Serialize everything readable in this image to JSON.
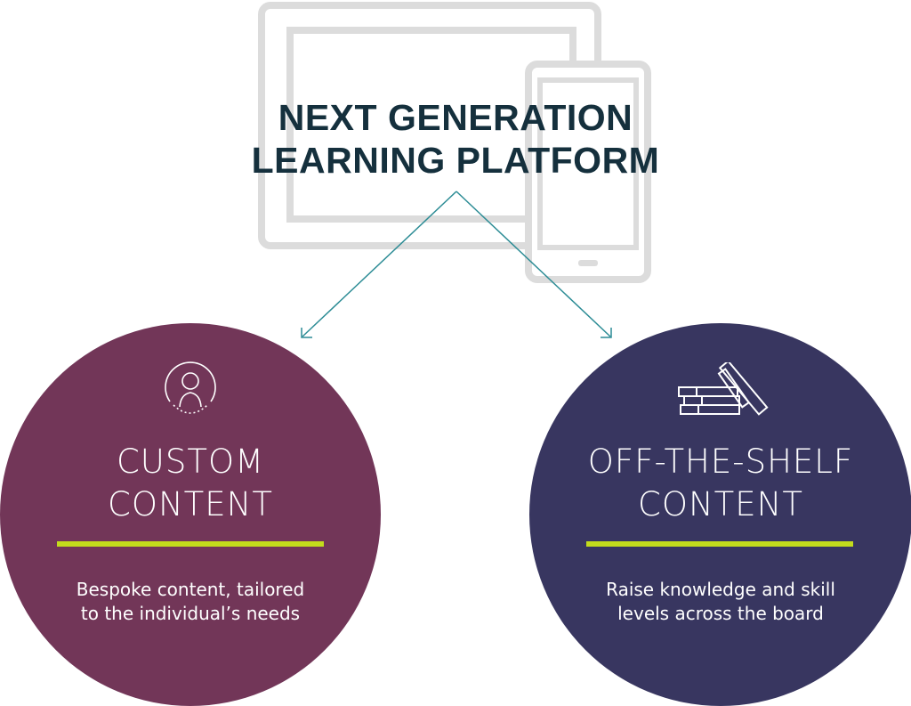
{
  "title": {
    "line1": "NEXT GENERATION",
    "line2": "LEARNING PLATFORM"
  },
  "colors": {
    "title": "#15303d",
    "device_outline": "#dcdcdc",
    "arrow": "#2c8c95",
    "custom_circle": "#723658",
    "shelf_circle": "#383660",
    "divider": "#c3dc1c",
    "circle_text": "#ffffff"
  },
  "custom_content": {
    "icon": "user-avatar-icon",
    "heading_line1": "CUSTOM",
    "heading_line2": "CONTENT",
    "desc_line1": "Bespoke content, tailored",
    "desc_line2": "to the individual’s needs"
  },
  "off_the_shelf": {
    "icon": "books-stack-icon",
    "heading_line1": "OFF-THE-SHELF",
    "heading_line2": "CONTENT",
    "desc_line1": "Raise knowledge and skill",
    "desc_line2": "levels across the board"
  }
}
